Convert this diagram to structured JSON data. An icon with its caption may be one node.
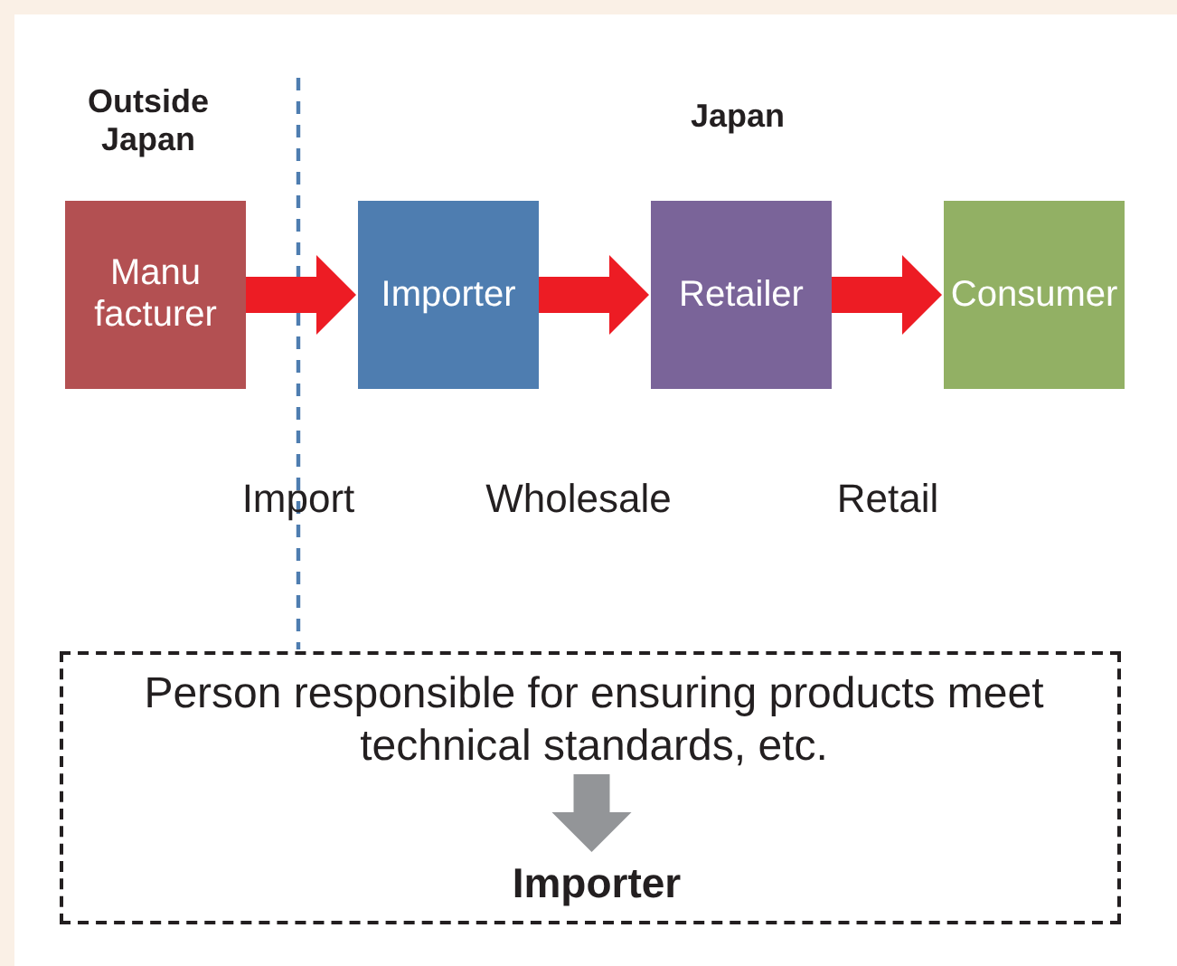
{
  "diagram": {
    "nodes": [
      {
        "text": [
          "Manu facturer"
        ]
      },
      {
        "text": [
          "Importer"
        ]
      },
      {
        "text": [
          "Retailer"
        ]
      },
      {
        "text": [
          "Consumer"
        ]
      },
      {
        "text": [],
        "shape": "box"
      },
      {
        "text": [
          "Person responsible for ensuring products meet technical standards, etc."
        ],
        "in": 4
      },
      {
        "text": [
          "Importer"
        ],
        "in": 4
      }
    ],
    "edges": [
      {
        "from": 0,
        "to": 1,
        "arrow": "to",
        "style": "thick"
      },
      {
        "from": 1,
        "to": 2,
        "arrow": "to",
        "style": "thick"
      },
      {
        "from": 2,
        "to": 3,
        "arrow": "to",
        "style": "thick"
      },
      {
        "from": 5,
        "to": 6,
        "arrow": "to",
        "style": "thick",
        "color": "#939598"
      }
    ],
    "labels": [
      "Outside Japan",
      "Japan",
      "Import",
      "Wholesale",
      "Retail"
    ]
  }
}
